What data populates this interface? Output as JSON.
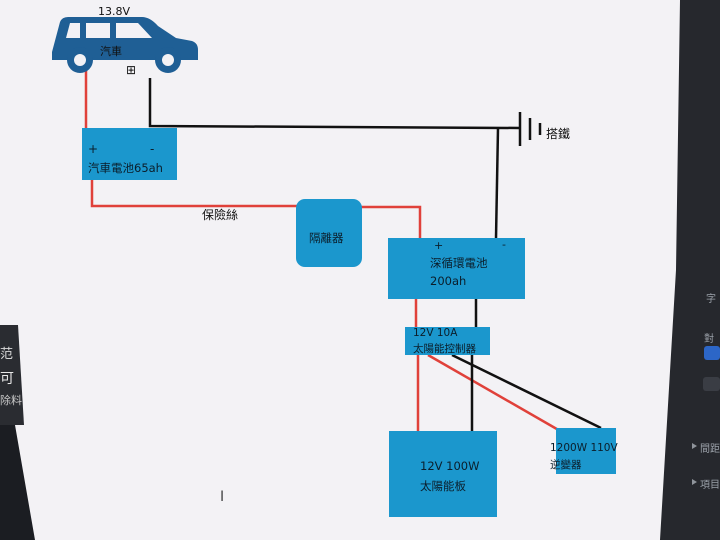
{
  "diagram": {
    "car": {
      "voltage_label": "13.8V",
      "name_label": "汽車",
      "plus_symbol": "⊞"
    },
    "car_battery": {
      "plus": "+",
      "minus": "-",
      "label": "汽車電池65ah"
    },
    "fuse_label": "保險絲",
    "isolator": {
      "label": "隔離器"
    },
    "ground_label": "搭鐵",
    "deep_cycle_battery": {
      "plus": "+",
      "minus": "-",
      "label_line1": "深循環電池",
      "label_line2": "200ah"
    },
    "solar_controller": {
      "label_line1": "12V 10A",
      "label_line2": "太陽能控制器"
    },
    "solar_panel": {
      "label_line1": "12V 100W",
      "label_line2": "太陽能板"
    },
    "inverter": {
      "label_line1": "1200W 110V",
      "label_line2": "逆變器"
    }
  },
  "background_ui": {
    "left_fragments": [
      "范",
      "可",
      "除料"
    ],
    "right_fragments": [
      "字",
      "對",
      "間距",
      "項目"
    ]
  },
  "colors": {
    "block_blue": "#1b97cd",
    "car_blue": "#1f5f95",
    "wire_red": "#e0413a",
    "wire_black": "#111111",
    "canvas": "#f3f2f5"
  }
}
